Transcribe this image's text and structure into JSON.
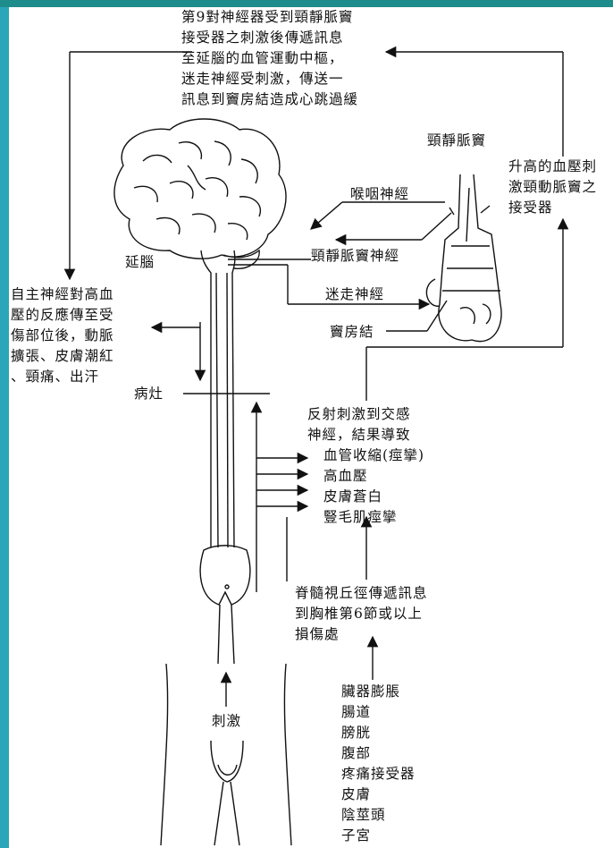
{
  "top_note": [
    "第9對神經器受到頸靜脈竇",
    "接受器之刺激後傳遞訊息",
    "至延腦的血管運動中樞，",
    "迷走神經受刺激，傳送一",
    "訊息到竇房結造成心跳過緩"
  ],
  "right_note": [
    "升高的血壓刺",
    "激頸動脈竇之",
    "接受器"
  ],
  "left_note": [
    "自主神經對高血",
    "壓的反應傳至受",
    "傷部位後，動脈",
    "擴張、皮膚潮紅",
    "、頸痛、出汗"
  ],
  "labels": {
    "carotid_sinus": "頸靜脈竇",
    "pharyngeal_nerve": "喉咽神經",
    "sinus_nerve": "頸靜脈竇神經",
    "vagus_nerve": "迷走神經",
    "sa_node": "竇房結",
    "medulla": "延腦",
    "lesion": "病灶",
    "stimulus": "刺激"
  },
  "reflex_note": [
    "反射刺激到交感",
    "神經，結果導致"
  ],
  "effects": [
    "血管收縮(痙攣)",
    "高血壓",
    "皮膚蒼白",
    "豎毛肌痙攣"
  ],
  "pathway_note": [
    "脊髓視丘徑傳遞訊息",
    "到胸椎第6節或以上",
    "損傷處"
  ],
  "triggers": [
    "臟器膨脹",
    "腸道",
    "膀胱",
    "腹部",
    "疼痛接受器",
    "皮膚",
    "陰莖頭",
    "子宮"
  ]
}
